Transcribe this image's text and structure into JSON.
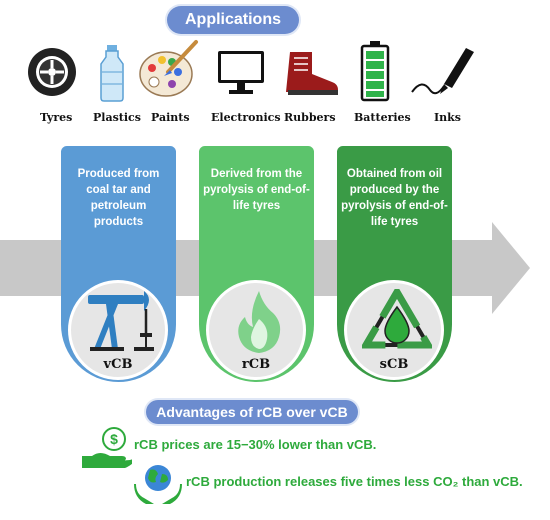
{
  "header": {
    "title": "Applications"
  },
  "applications": [
    {
      "label": "Tyres",
      "icon": "tyre-icon"
    },
    {
      "label": "Plastics",
      "icon": "bottle-icon"
    },
    {
      "label": "Paints",
      "icon": "palette-icon"
    },
    {
      "label": "Electronics",
      "icon": "monitor-icon"
    },
    {
      "label": "Rubbers",
      "icon": "boot-icon"
    },
    {
      "label": "Batteries",
      "icon": "battery-icon"
    },
    {
      "label": "Inks",
      "icon": "pen-icon"
    }
  ],
  "cards": [
    {
      "text": "Produced from coal tar and petroleum products",
      "label": "vCB",
      "color": "#5b9bd5",
      "icon": "oil-pump-icon"
    },
    {
      "text": "Derived from the pyrolysis of end-of-life tyres",
      "label": "rCB",
      "color": "#5cc46c",
      "icon": "flame-icon"
    },
    {
      "text": "Obtained from oil produced by the pyrolysis of end-of-life tyres",
      "label": "sCB",
      "color": "#3a9b46",
      "icon": "recycle-drop-icon"
    }
  ],
  "advantages": {
    "title": "Advantages of rCB over vCB",
    "items": [
      {
        "text": "rCB prices are 15−30% lower than vCB.",
        "icon": "money-hand-icon"
      },
      {
        "text": "rCB production releases five times less CO₂ than vCB.",
        "icon": "earth-hands-icon"
      }
    ]
  },
  "colors": {
    "accent_blue": "#6c8ccf",
    "arrow_gray": "#c8c8c8",
    "advantage_green": "#2eaa3c"
  }
}
